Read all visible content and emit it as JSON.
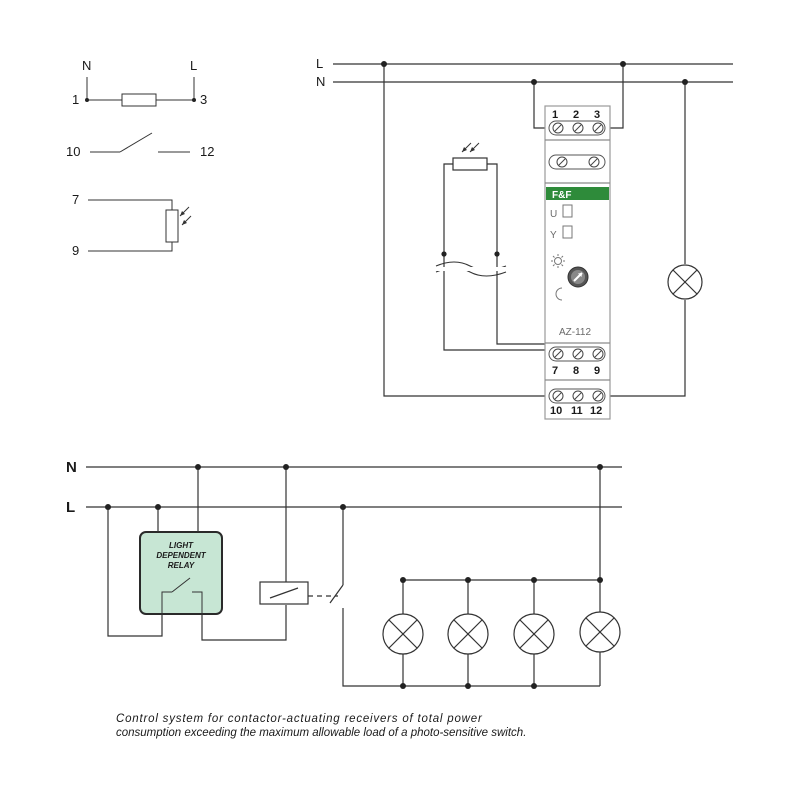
{
  "legend": {
    "coil": {
      "n": "N",
      "l": "L",
      "t1": "1",
      "t3": "3"
    },
    "contact": {
      "t10": "10",
      "t12": "12"
    },
    "sensor": {
      "t7": "7",
      "t9": "9"
    }
  },
  "wiring": {
    "bus_l": "L",
    "bus_n": "N",
    "device": {
      "brand": "F&F",
      "model": "AZ-112",
      "top_terms": [
        "1",
        "2",
        "3"
      ],
      "mid_terms": [
        "7",
        "8",
        "9"
      ],
      "bot_terms": [
        "10",
        "11",
        "12"
      ],
      "led_u": "U",
      "led_r": "Y"
    }
  },
  "contactor": {
    "bus_n": "N",
    "bus_l": "L",
    "relay_lines": [
      "LIGHT",
      "DEPENDENT",
      "RELAY"
    ]
  },
  "caption": {
    "line1": "Control system for contactor-actuating receivers of total power",
    "line2": "consumption exceeding the maximum allowable load of a photo-sensitive switch."
  },
  "colors": {
    "brand_green": "#2e8b3a",
    "relay_fill": "#c7e6d4"
  }
}
